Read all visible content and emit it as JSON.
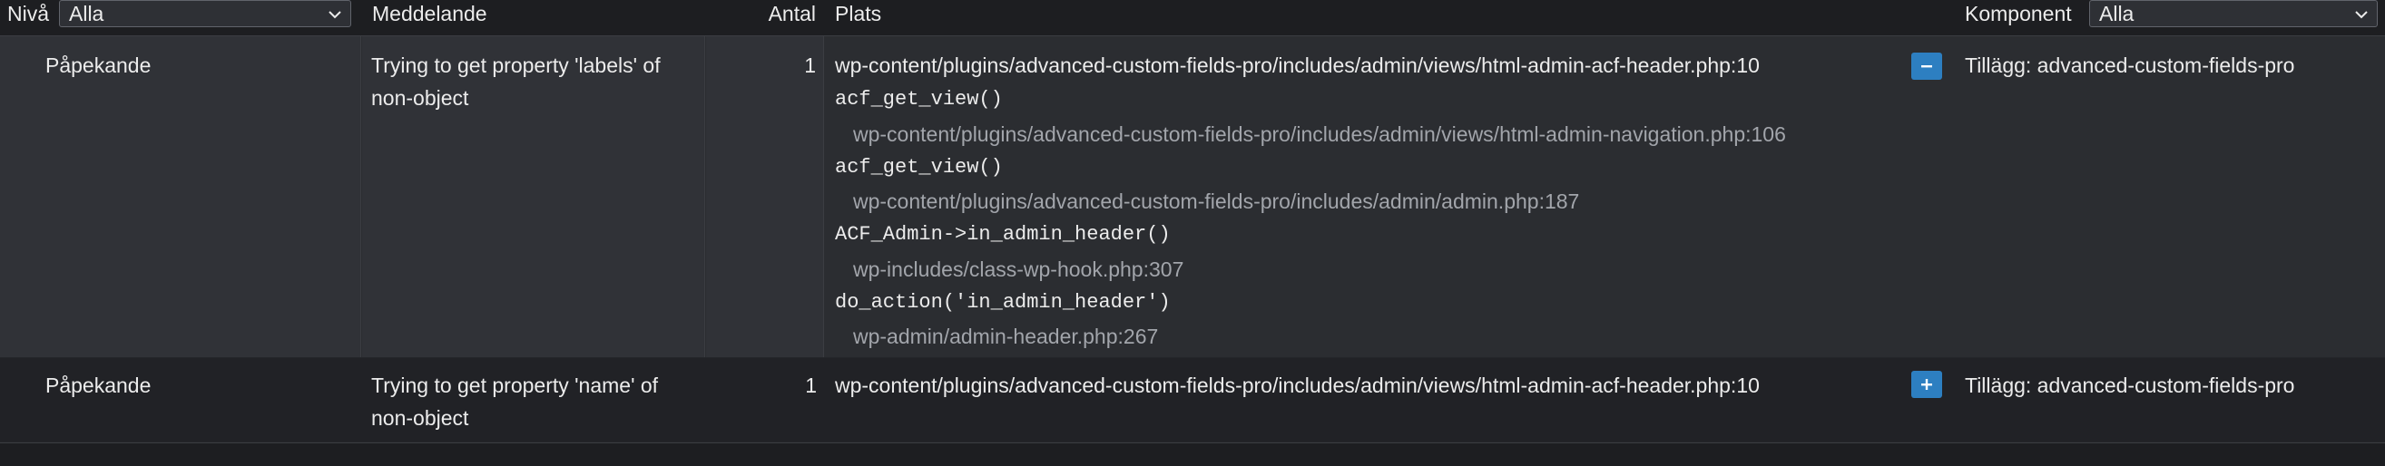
{
  "header": {
    "level_label": "Nivå",
    "level_filter_value": "Alla",
    "message_label": "Meddelande",
    "count_label": "Antal",
    "location_label": "Plats",
    "component_label": "Komponent",
    "component_filter_value": "Alla"
  },
  "rows": [
    {
      "level": "Påpekande",
      "message_line1": "Trying to get property 'labels' of",
      "message_line2": "non-object",
      "count": "1",
      "location": "wp-content/plugins/advanced-custom-fields-pro/includes/admin/views/html-admin-acf-header.php:10",
      "toggle_symbol": "−",
      "expanded": true,
      "stack": [
        {
          "function": "acf_get_view()",
          "file": "wp-content/plugins/advanced-custom-fields-pro/includes/admin/views/html-admin-navigation.php:106"
        },
        {
          "function": "acf_get_view()",
          "file": "wp-content/plugins/advanced-custom-fields-pro/includes/admin/admin.php:187"
        },
        {
          "function": "ACF_Admin->in_admin_header()",
          "file": "wp-includes/class-wp-hook.php:307"
        },
        {
          "function": "do_action('in_admin_header')",
          "file": "wp-admin/admin-header.php:267"
        }
      ],
      "component": "Tillägg: advanced-custom-fields-pro"
    },
    {
      "level": "Påpekande",
      "message_line1": "Trying to get property 'name' of",
      "message_line2": "non-object",
      "count": "1",
      "location": "wp-content/plugins/advanced-custom-fields-pro/includes/admin/views/html-admin-acf-header.php:10",
      "toggle_symbol": "+",
      "expanded": false,
      "component": "Tillägg: advanced-custom-fields-pro"
    }
  ],
  "colors": {
    "background": "#24262a",
    "header_background": "#1d1e21",
    "accent_button": "#2d7fc1",
    "text": "#ececec",
    "muted_text": "#a2a5ab"
  }
}
